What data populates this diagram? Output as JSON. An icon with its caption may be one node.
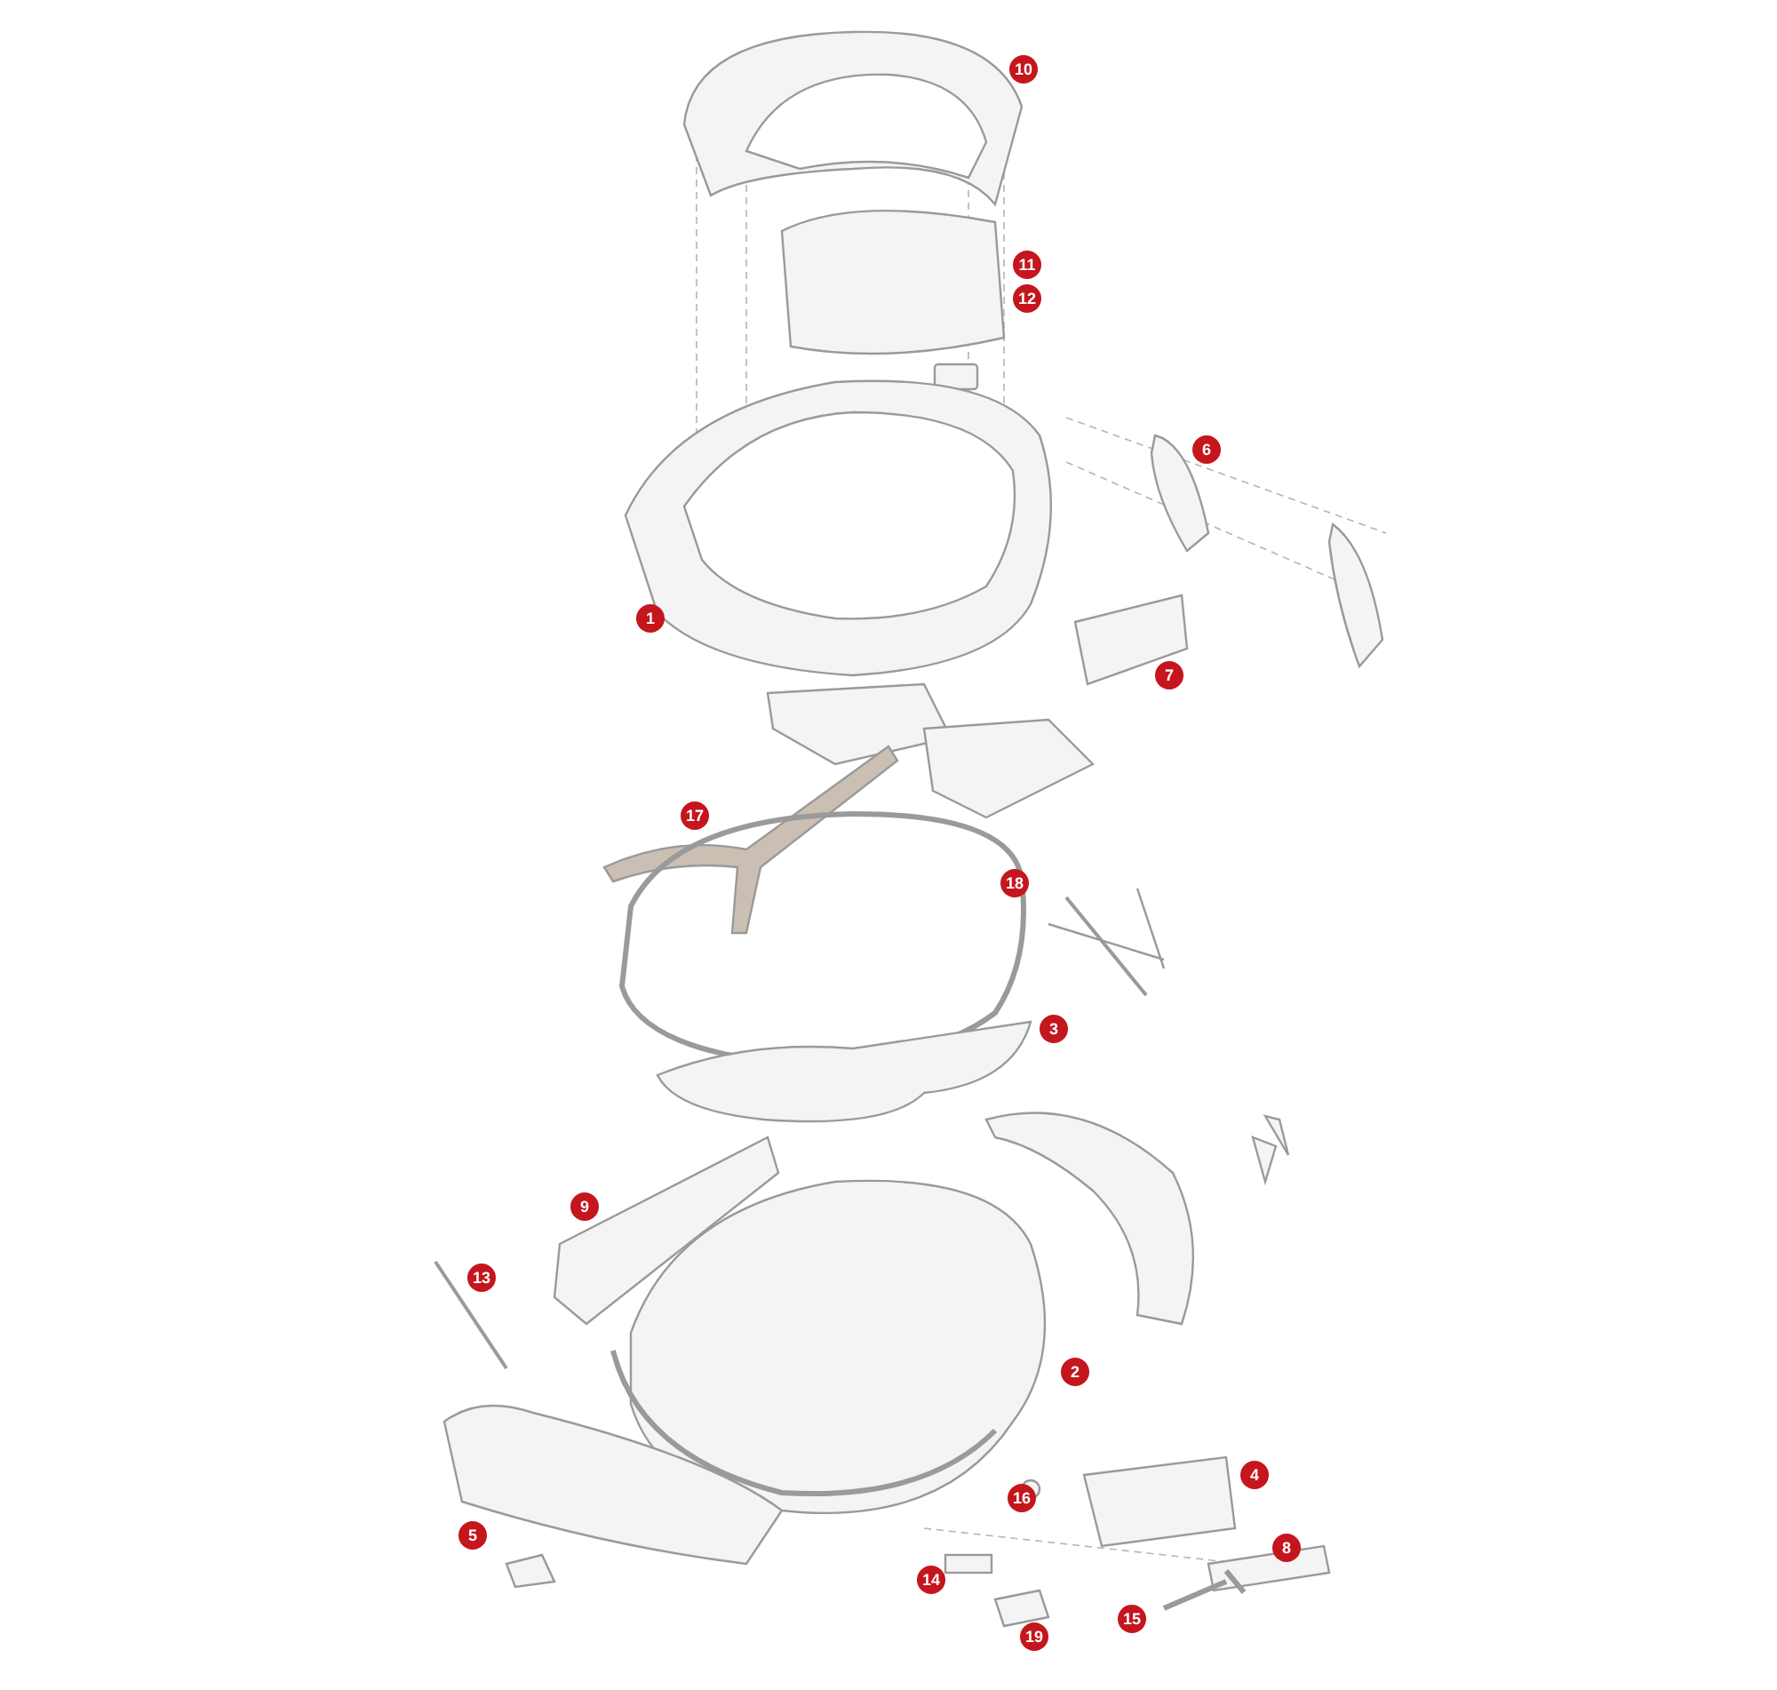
{
  "diagram": {
    "labels": [
      "10",
      "11",
      "12",
      "6",
      "1",
      "7",
      "17",
      "18",
      "3",
      "9",
      "13",
      "2",
      "4",
      "16",
      "5",
      "8",
      "14",
      "15",
      "19"
    ]
  }
}
